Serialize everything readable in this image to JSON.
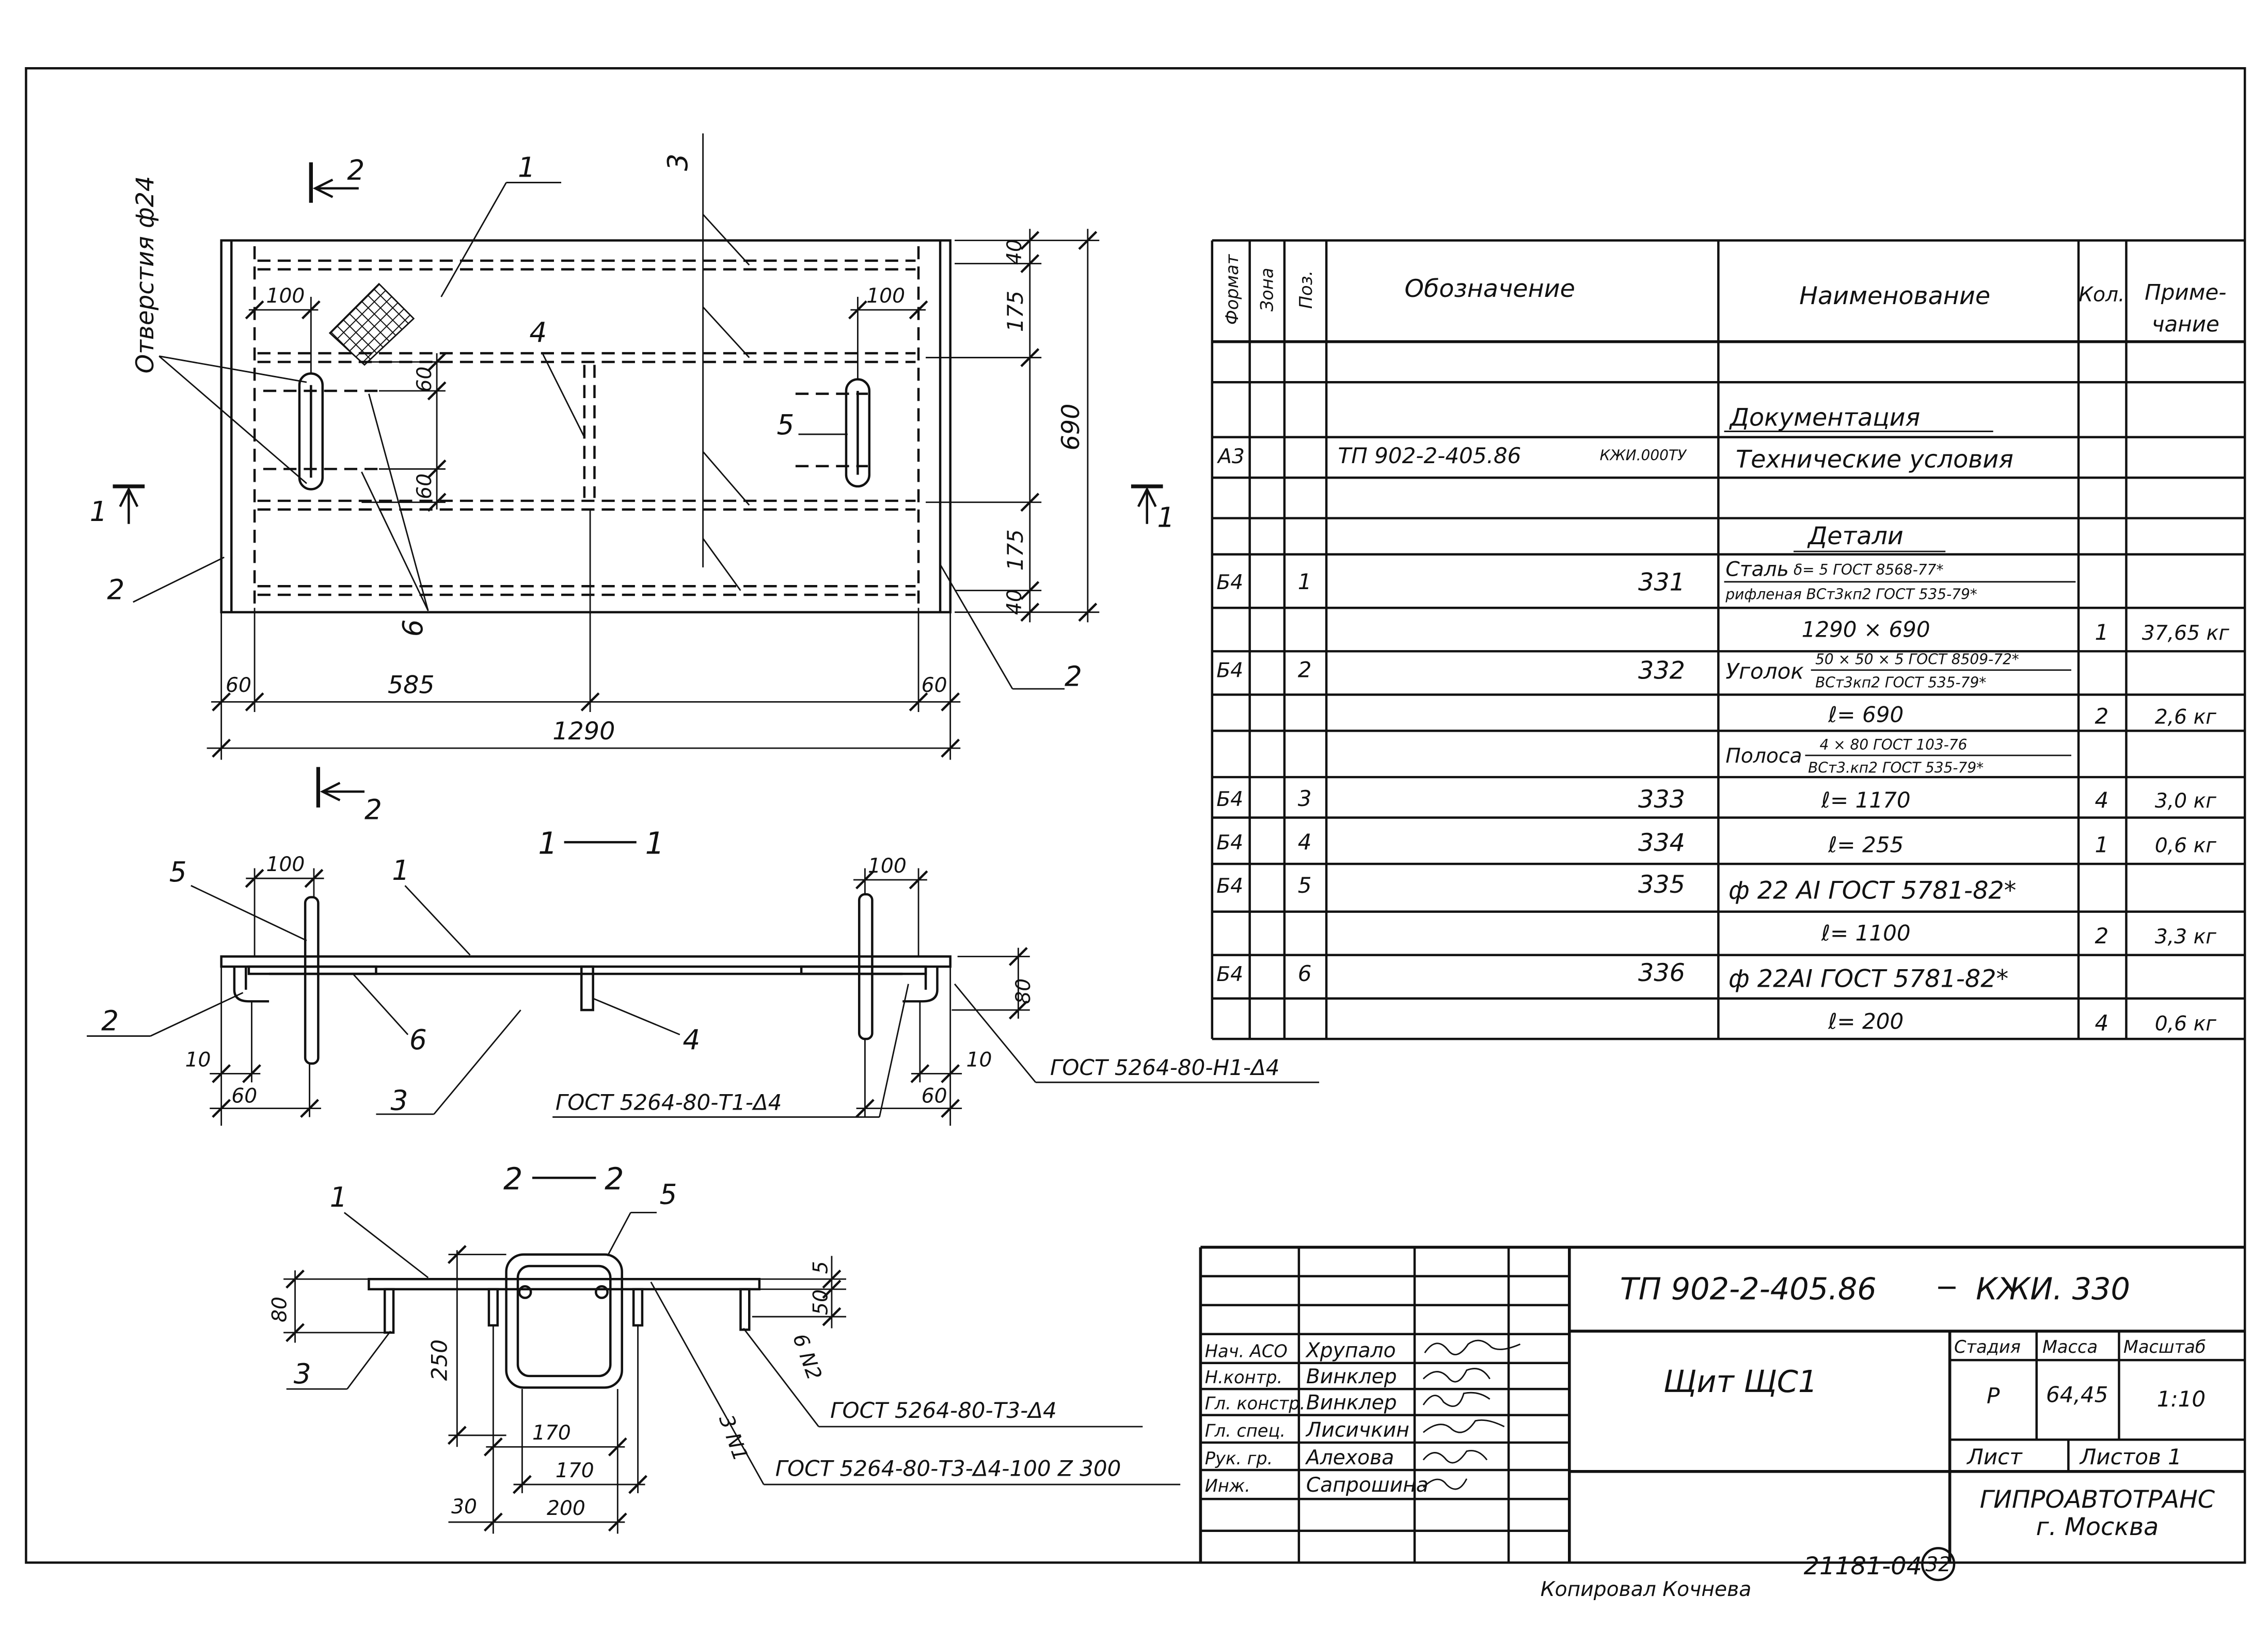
{
  "plan": {
    "holes_label": "Отверстия ф24",
    "section2_top": "2",
    "section2_bottom": "2",
    "section1_left": "1",
    "section1_right": "1",
    "callout_1": "1",
    "callout_3": "3",
    "callout_4": "4",
    "callout_5": "5",
    "callout_2_left": "2",
    "callout_6": "6",
    "callout_2_right": "2",
    "dim_100_left": "100",
    "dim_100_right": "100",
    "dim_60_top": "60",
    "dim_60_bottom": "60",
    "dim_40_top": "40",
    "dim_175_top": "175",
    "dim_690": "690",
    "dim_175_bottom": "175",
    "dim_40_bottom": "40",
    "dim_60_left": "60",
    "dim_585": "585",
    "dim_60_right": "60",
    "dim_1290": "1290"
  },
  "section_1_1": {
    "title_left": "1",
    "title_right": "1",
    "callout_5": "5",
    "dim_100_left": "100",
    "callout_1": "1",
    "dim_100_right": "100",
    "callout_2": "2",
    "callout_6": "6",
    "callout_4": "4",
    "callout_3": "3",
    "dim_10_left": "10",
    "dim_60_left": "60",
    "dim_80": "80",
    "dim_10_right": "10",
    "dim_60_right": "60",
    "weld_t1": "ГОСТ 5264-80-Т1-Δ4",
    "weld_n1": "ГОСТ 5264-80-Н1-Δ4"
  },
  "section_2_2": {
    "title_left": "2",
    "title_right": "2",
    "callout_1": "1",
    "callout_5": "5",
    "dim_80": "80",
    "callout_3": "3",
    "dim_250": "250",
    "dim_5": "5",
    "dim_50": "50",
    "weld_6n2": "6 N2",
    "weld_t3": "ГОСТ 5264-80-Т3-Δ4",
    "weld_3n1": "3 N1",
    "weld_t3_z": "ГОСТ 5264-80-Т3-Δ4-100 Z 300",
    "dim_170_a": "170",
    "dim_170_b": "170",
    "dim_30": "30",
    "dim_200": "200"
  },
  "table": {
    "headers": {
      "format": "Формат",
      "zone": "Зона",
      "pos": "Поз.",
      "designation": "Обозначение",
      "name": "Наименование",
      "qty": "Кол.",
      "note_1": "Приме-",
      "note_2": "чание"
    },
    "documentation": "Документация",
    "tu": {
      "format": "А3",
      "designation": "ТП 902-2-405.86",
      "code": "КЖИ.000ТУ",
      "name": "Технические условия"
    },
    "details": "Детали",
    "p1": {
      "format": "Б4",
      "pos": "1",
      "designation": "331",
      "name": "Сталь",
      "spec_top": "δ= 5 ГОСТ 8568-77*",
      "spec_bottom": "рифленая ВСт3кп2 ГОСТ 535-79*",
      "size": "1290 × 690",
      "qty": "1",
      "note": "37,65 кг"
    },
    "p2": {
      "format": "Б4",
      "pos": "2",
      "designation": "332",
      "name": "Уголок",
      "spec_top": "50 × 50 × 5 ГОСТ 8509-72*",
      "spec_bottom": "ВСт3кп2 ГОСТ 535-79*",
      "size": "ℓ= 690",
      "qty": "2",
      "note": "2,6 кг"
    },
    "strip": {
      "name": "Полоса",
      "spec_top": "4 × 80 ГОСТ 103-76",
      "spec_bottom": "ВСт3.кп2 ГОСТ 535-79*"
    },
    "p3": {
      "format": "Б4",
      "pos": "3",
      "designation": "333",
      "size": "ℓ= 1170",
      "qty": "4",
      "note": "3,0 кг"
    },
    "p4": {
      "format": "Б4",
      "pos": "4",
      "designation": "334",
      "size": "ℓ= 255",
      "qty": "1",
      "note": "0,6 кг"
    },
    "p5": {
      "format": "Б4",
      "pos": "5",
      "designation": "335",
      "name": "ф 22 АI ГОСТ 5781-82*",
      "size": "ℓ= 1100",
      "qty": "2",
      "note": "3,3 кг"
    },
    "p6": {
      "format": "Б4",
      "pos": "6",
      "designation": "336",
      "name": "ф 22АI ГОСТ 5781-82*",
      "size": "ℓ= 200",
      "qty": "4",
      "note": "0,6 кг"
    }
  },
  "title_block": {
    "doc_number": "ТП 902-2-405.86",
    "doc_code": "КЖИ. 330",
    "title": "Щит ЩС1",
    "stage_label": "Стадия",
    "mass_label": "Масса",
    "scale_label": "Масштаб",
    "stage": "Р",
    "mass": "64,45",
    "scale": "1:10",
    "sheet_label": "Лист",
    "sheets_label": "Листов 1",
    "org": "ГИПРОАВТОТРАНС",
    "city": "г. Москва",
    "staff": [
      {
        "role": "Нач. АСО",
        "name": "Хрупало"
      },
      {
        "role": "Н.контр.",
        "name": "Винклер"
      },
      {
        "role": "Гл. констр.",
        "name": "Винклер"
      },
      {
        "role": "Гл. спец.",
        "name": "Лисичкин"
      },
      {
        "role": "Рук. гр.",
        "name": "Алехова"
      },
      {
        "role": "Инж.",
        "name": "Сапрошина"
      }
    ]
  },
  "footer": {
    "archive_number": "21181-04",
    "page": "32",
    "copied_by": "Копировал Кочнева"
  }
}
